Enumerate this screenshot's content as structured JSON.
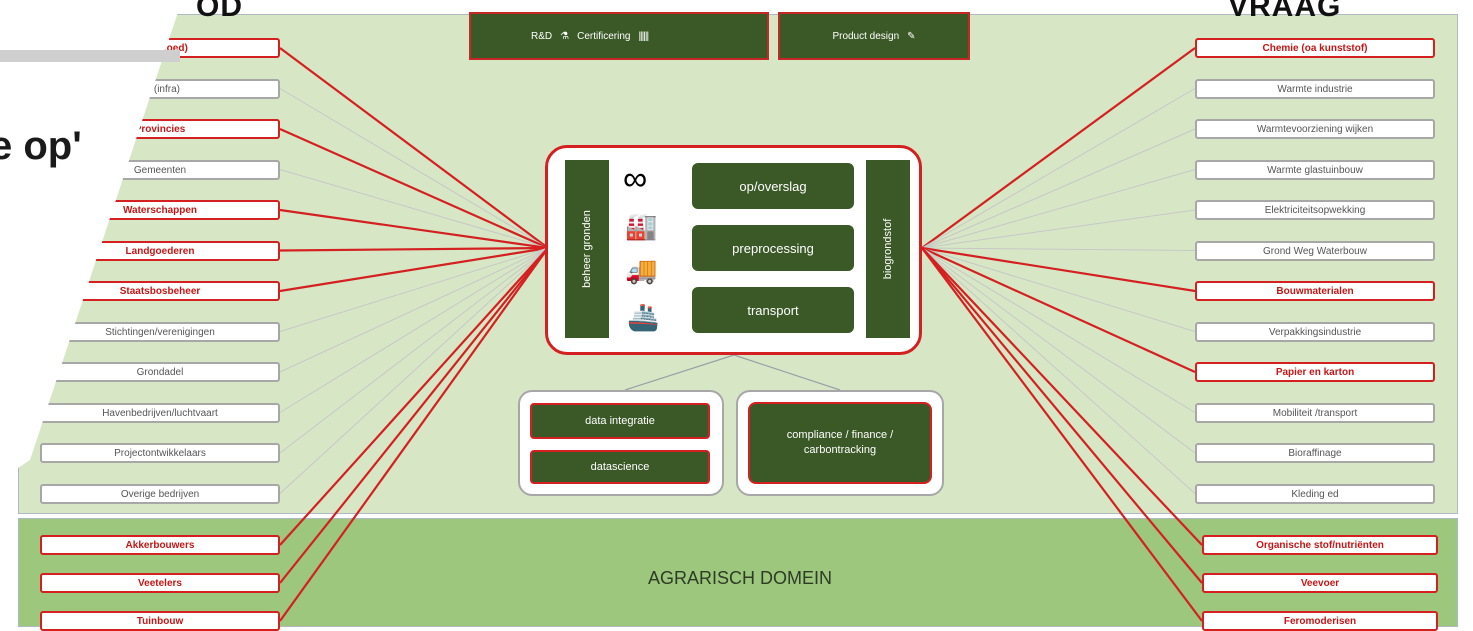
{
  "headers": {
    "supply_partial": "OD",
    "demand_partial": "VRAAG"
  },
  "top_bar": {
    "rnd": "R&D",
    "certification": "Certificering",
    "product_design": "Product design"
  },
  "left_column": [
    {
      "label": "...vastgoed)",
      "style": "red"
    },
    {
      "label": "...t (infra)",
      "style": "grey"
    },
    {
      "label": "Provincies",
      "style": "red"
    },
    {
      "label": "Gemeenten",
      "style": "grey"
    },
    {
      "label": "Waterschappen",
      "style": "red"
    },
    {
      "label": "Landgoederen",
      "style": "red"
    },
    {
      "label": "Staatsbosbeheer",
      "style": "red"
    },
    {
      "label": "Stichtingen/verenigingen",
      "style": "grey"
    },
    {
      "label": "Grondadel",
      "style": "grey"
    },
    {
      "label": "Havenbedrijven/luchtvaart",
      "style": "grey"
    },
    {
      "label": "Projectontwikkelaars",
      "style": "grey"
    },
    {
      "label": "Overige bedrijven",
      "style": "grey"
    }
  ],
  "left_lower_column": [
    {
      "label": "Akkerbouwers",
      "style": "red"
    },
    {
      "label": "Veetelers",
      "style": "red"
    },
    {
      "label": "Tuinbouw",
      "style": "red"
    }
  ],
  "right_column": [
    {
      "label": "Chemie (oa kunststof)",
      "style": "red"
    },
    {
      "label": "Warmte industrie",
      "style": "grey"
    },
    {
      "label": "Warmtevoorziening wijken",
      "style": "grey"
    },
    {
      "label": "Warmte glastuinbouw",
      "style": "grey"
    },
    {
      "label": "Elektriciteitsopwekking",
      "style": "grey"
    },
    {
      "label": "Grond Weg Waterbouw",
      "style": "grey"
    },
    {
      "label": "Bouwmaterialen",
      "style": "red"
    },
    {
      "label": "Verpakkingsindustrie",
      "style": "grey"
    },
    {
      "label": "Papier en karton",
      "style": "red"
    },
    {
      "label": "Mobiliteit /transport",
      "style": "grey"
    },
    {
      "label": "Bioraffinage",
      "style": "grey"
    },
    {
      "label": "Kleding ed",
      "style": "grey"
    }
  ],
  "right_lower_column": [
    {
      "label": "Organische stof/nutriënten",
      "style": "red"
    },
    {
      "label": "Veevoer",
      "style": "red"
    },
    {
      "label": "Feromoderisen",
      "style": "red"
    }
  ],
  "hub": {
    "left_vertical": "beheer gronden",
    "right_vertical": "biogrondstof",
    "steps": [
      "op/overslag",
      "preprocessing",
      "transport"
    ],
    "icons": [
      "infinity-icon",
      "factory-icon",
      "truck-icon",
      "ship-icon"
    ]
  },
  "services": {
    "data_integration": "data integratie",
    "datascience": "datascience",
    "compliance": "compliance / finance / carbontracking"
  },
  "agrarian_domain": {
    "title": "AGRARISCH DOMEIN"
  },
  "slide_overlay": {
    "text": "e op'"
  },
  "colors": {
    "dark_green": "#3b5927",
    "red": "#d42020",
    "light_green": "#d7e7c6",
    "mid_green": "#9cc77c",
    "grey": "#a7a7a7"
  }
}
